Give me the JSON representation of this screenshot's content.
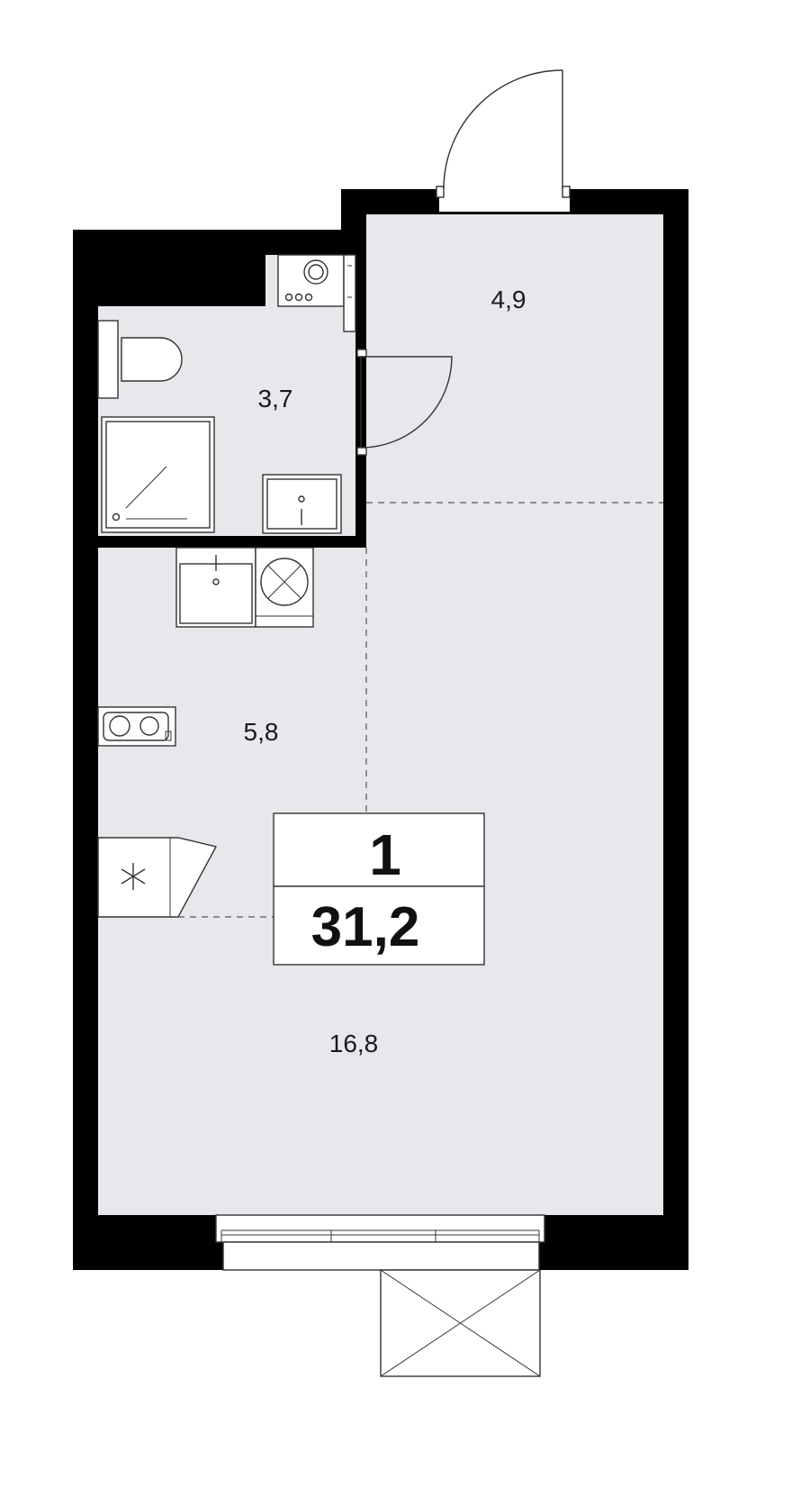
{
  "plan": {
    "rooms_count": "1",
    "total_area": "31,2",
    "rooms": [
      {
        "id": "vestibule",
        "area": "4,9"
      },
      {
        "id": "bathroom",
        "area": "3,7"
      },
      {
        "id": "kitchen",
        "area": "5,8"
      },
      {
        "id": "living",
        "area": "16,8"
      }
    ]
  },
  "colors": {
    "wall": "#000000",
    "floor": "#e6e8ec",
    "fixture": "#ffffff",
    "line": "#333333"
  }
}
